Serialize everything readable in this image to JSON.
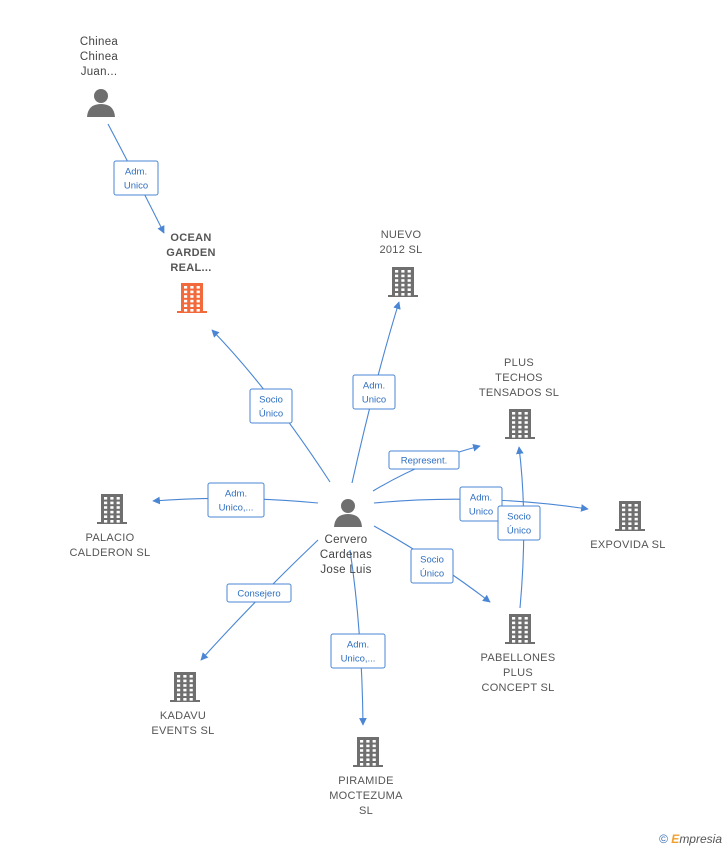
{
  "nodes": [
    {
      "id": "chinea",
      "type": "person",
      "label": [
        "Chinea",
        "Chinea",
        "Juan..."
      ],
      "highlight": false
    },
    {
      "id": "ocean",
      "type": "company",
      "label": [
        "OCEAN",
        "GARDEN",
        "REAL..."
      ],
      "highlight": true
    },
    {
      "id": "nuevo",
      "type": "company",
      "label": [
        "NUEVO",
        "2012 SL"
      ],
      "highlight": false
    },
    {
      "id": "plus_techos",
      "type": "company",
      "label": [
        "PLUS",
        "TECHOS",
        "TENSADOS SL"
      ],
      "highlight": false
    },
    {
      "id": "expovida",
      "type": "company",
      "label": [
        "EXPOVIDA  SL"
      ],
      "highlight": false
    },
    {
      "id": "palacio",
      "type": "company",
      "label": [
        "PALACIO",
        "CALDERON  SL"
      ],
      "highlight": false
    },
    {
      "id": "cervero",
      "type": "person",
      "label": [
        "Cervero",
        "Cardenas",
        "Jose Luis"
      ],
      "highlight": false
    },
    {
      "id": "pabellones",
      "type": "company",
      "label": [
        "PABELLONES",
        "PLUS",
        "CONCEPT SL"
      ],
      "highlight": false
    },
    {
      "id": "kadavu",
      "type": "company",
      "label": [
        "KADAVU",
        "EVENTS SL"
      ],
      "highlight": false
    },
    {
      "id": "piramide",
      "type": "company",
      "label": [
        "PIRAMIDE",
        "MOCTEZUMA",
        "SL"
      ],
      "highlight": false
    }
  ],
  "edges": [
    {
      "from": "chinea",
      "to": "ocean",
      "label": [
        "Adm.",
        "Unico"
      ]
    },
    {
      "from": "cervero",
      "to": "ocean",
      "label": [
        "Socio",
        "Único"
      ]
    },
    {
      "from": "cervero",
      "to": "nuevo",
      "label": [
        "Adm.",
        "Unico"
      ]
    },
    {
      "from": "cervero",
      "to": "plus_techos",
      "label": [
        "Represent."
      ]
    },
    {
      "from": "cervero",
      "to": "expovida",
      "label": [
        "Adm.",
        "Unico"
      ]
    },
    {
      "from": "pabellones",
      "to": "plus_techos",
      "label": [
        "Socio",
        "Único"
      ]
    },
    {
      "from": "cervero",
      "to": "palacio",
      "label": [
        "Adm.",
        "Unico,..."
      ]
    },
    {
      "from": "cervero",
      "to": "pabellones",
      "label": [
        "Socio",
        "Único"
      ]
    },
    {
      "from": "cervero",
      "to": "kadavu",
      "label": [
        "Consejero"
      ]
    },
    {
      "from": "cervero",
      "to": "piramide",
      "label": [
        "Adm.",
        "Unico,..."
      ]
    }
  ],
  "colors": {
    "edge": "#4a86d4",
    "company": "#6f6f6f",
    "highlight": "#f26a3b"
  },
  "footer": {
    "copyright": "©",
    "brand_initial": "E",
    "brand_rest": "mpresia"
  }
}
